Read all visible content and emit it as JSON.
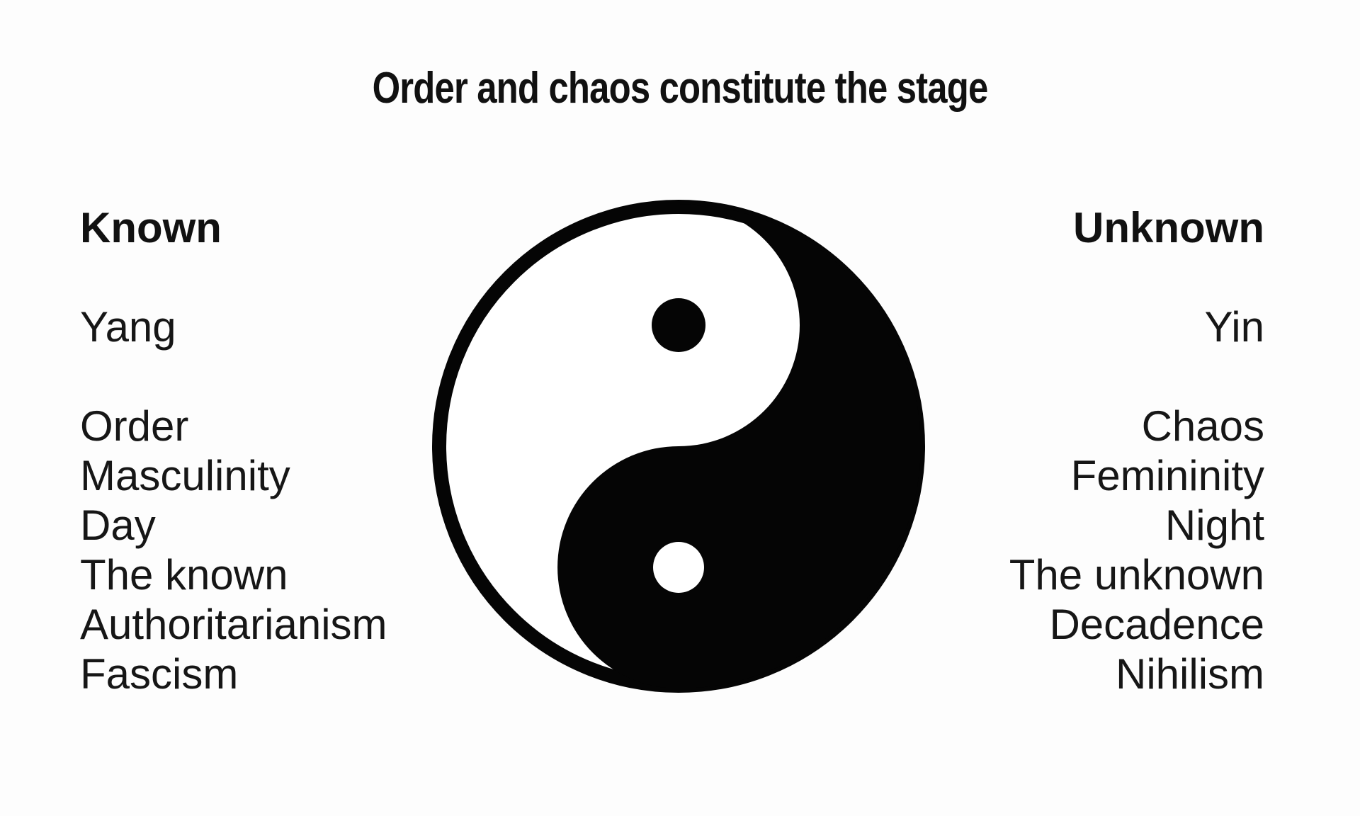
{
  "title": "Order and chaos constitute the stage",
  "known_column": {
    "header": "Known",
    "symbol_term": "Yang",
    "items": [
      "Order",
      "Masculinity",
      "Day",
      "The known",
      "Authoritarianism",
      "Fascism"
    ]
  },
  "unknown_column": {
    "header": "Unknown",
    "symbol_term": "Yin",
    "items": [
      "Chaos",
      "Femininity",
      "Night",
      "The unknown",
      "Decadence",
      "Nihilism"
    ]
  },
  "symbol": {
    "name": "yin-yang",
    "black": "#050505",
    "white": "#ffffff"
  },
  "colors": {
    "ink": "#161616",
    "background": "#fdfdfd"
  }
}
